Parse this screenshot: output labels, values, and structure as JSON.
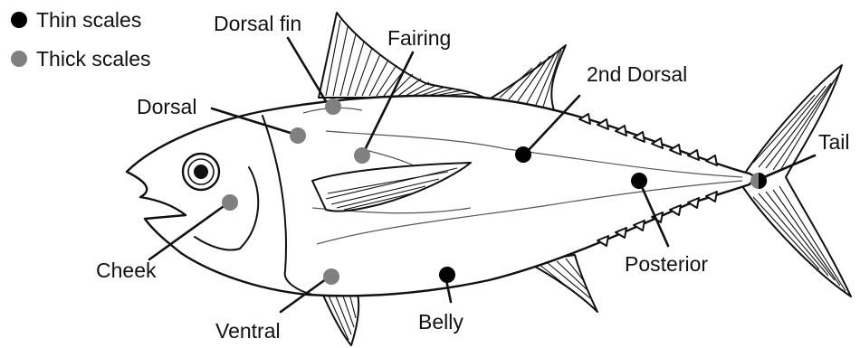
{
  "legend": {
    "thin": {
      "label": "Thin scales",
      "color": "#000000"
    },
    "thick": {
      "label": "Thick scales",
      "color": "#808080"
    }
  },
  "labels": {
    "dorsal_fin": "Dorsal fin",
    "fairing": "Fairing",
    "second_dorsal": "2nd Dorsal",
    "dorsal": "Dorsal",
    "tail": "Tail",
    "cheek": "Cheek",
    "posterior": "Posterior",
    "ventral": "Ventral",
    "belly": "Belly"
  },
  "sample_points": [
    {
      "name": "dorsal-fin",
      "scale": "thick"
    },
    {
      "name": "dorsal",
      "scale": "thick"
    },
    {
      "name": "fairing",
      "scale": "thick"
    },
    {
      "name": "cheek",
      "scale": "thick"
    },
    {
      "name": "ventral",
      "scale": "thick"
    },
    {
      "name": "second-dorsal",
      "scale": "thin"
    },
    {
      "name": "posterior",
      "scale": "thin"
    },
    {
      "name": "belly",
      "scale": "thin"
    },
    {
      "name": "tail",
      "scale": "mixed"
    }
  ]
}
